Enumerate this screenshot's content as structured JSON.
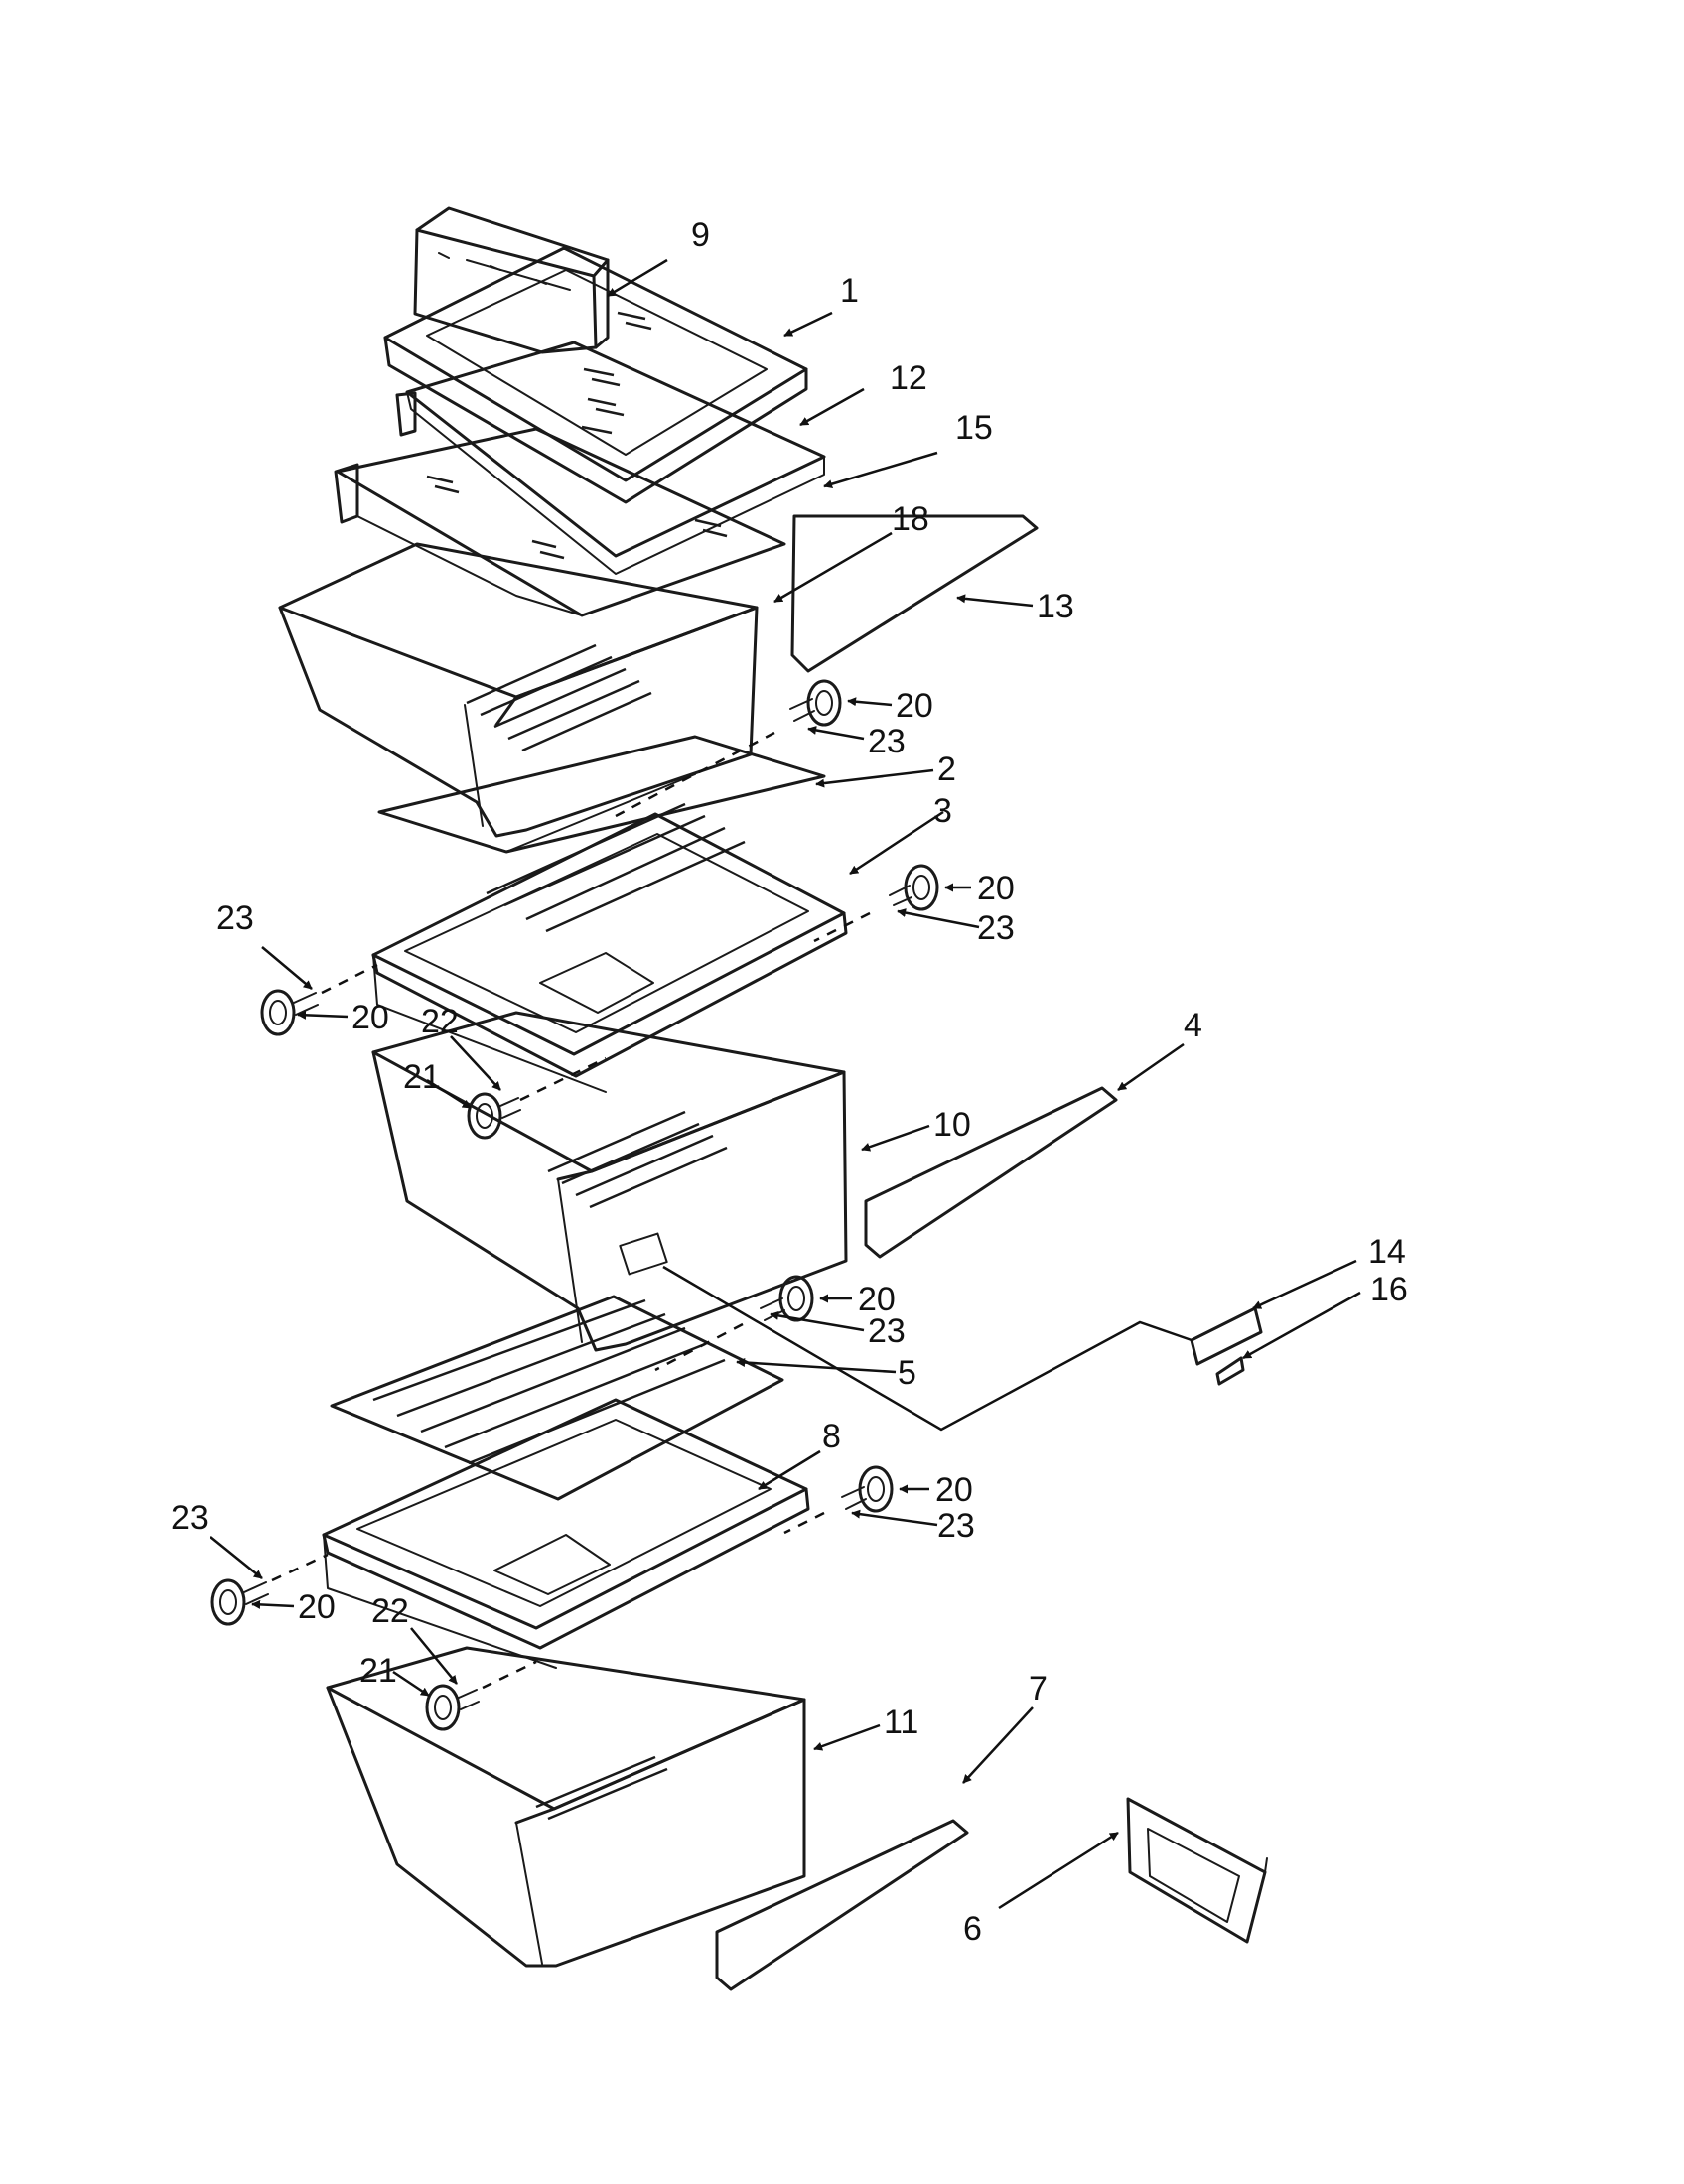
{
  "callouts": [
    {
      "id": "c1",
      "text": "1"
    },
    {
      "id": "c2",
      "text": "2"
    },
    {
      "id": "c3",
      "text": "3"
    },
    {
      "id": "c4",
      "text": "4"
    },
    {
      "id": "c5",
      "text": "5"
    },
    {
      "id": "c6",
      "text": "6"
    },
    {
      "id": "c7",
      "text": "7"
    },
    {
      "id": "c8",
      "text": "8"
    },
    {
      "id": "c9",
      "text": "9"
    },
    {
      "id": "c10",
      "text": "10"
    },
    {
      "id": "c11",
      "text": "11"
    },
    {
      "id": "c12",
      "text": "12"
    },
    {
      "id": "c13",
      "text": "13"
    },
    {
      "id": "c14",
      "text": "14"
    },
    {
      "id": "c15",
      "text": "15"
    },
    {
      "id": "c16",
      "text": "16"
    },
    {
      "id": "c18",
      "text": "18"
    },
    {
      "id": "c20a",
      "text": "20"
    },
    {
      "id": "c20b",
      "text": "20"
    },
    {
      "id": "c20c",
      "text": "20"
    },
    {
      "id": "c20d",
      "text": "20"
    },
    {
      "id": "c20e",
      "text": "20"
    },
    {
      "id": "c20f",
      "text": "20"
    },
    {
      "id": "c21a",
      "text": "21"
    },
    {
      "id": "c21b",
      "text": "21"
    },
    {
      "id": "c22a",
      "text": "22"
    },
    {
      "id": "c22b",
      "text": "22"
    },
    {
      "id": "c23a",
      "text": "23"
    },
    {
      "id": "c23b",
      "text": "23"
    },
    {
      "id": "c23c",
      "text": "23"
    },
    {
      "id": "c23d",
      "text": "23"
    },
    {
      "id": "c23e",
      "text": "23"
    },
    {
      "id": "c23f",
      "text": "23"
    }
  ]
}
